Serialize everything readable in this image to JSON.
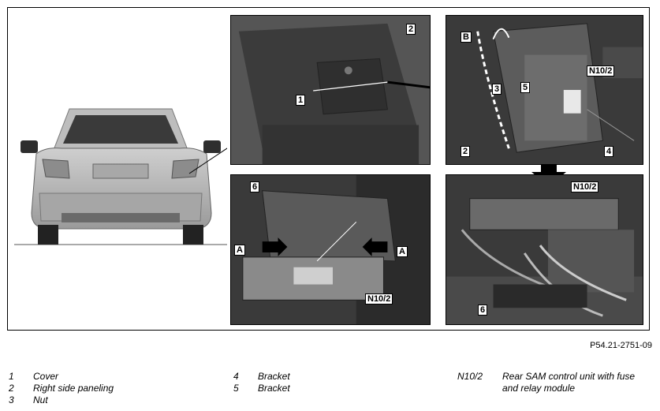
{
  "figure": {
    "reference": "P54.21-2751-09",
    "callouts": {
      "p1_1": "1",
      "p1_2": "2",
      "p2_B": "B",
      "p2_3": "3",
      "p2_5": "5",
      "p2_N": "N10/2",
      "p2_2": "2",
      "p2_4": "4",
      "p3_6": "6",
      "p3_A1": "A",
      "p3_A2": "A",
      "p3_N": "N10/2",
      "p4_N": "N10/2",
      "p4_6": "6"
    }
  },
  "legend": {
    "col1": [
      {
        "num": "1",
        "text": "Cover"
      },
      {
        "num": "2",
        "text": "Right side paneling"
      },
      {
        "num": "3",
        "text": "Nut"
      }
    ],
    "col2": [
      {
        "num": "4",
        "text": "Bracket"
      },
      {
        "num": "5",
        "text": "Bracket"
      }
    ],
    "col3": [
      {
        "num": "N10/2",
        "text_line1": "Rear SAM control unit with fuse",
        "text_line2": "and relay module"
      }
    ]
  }
}
